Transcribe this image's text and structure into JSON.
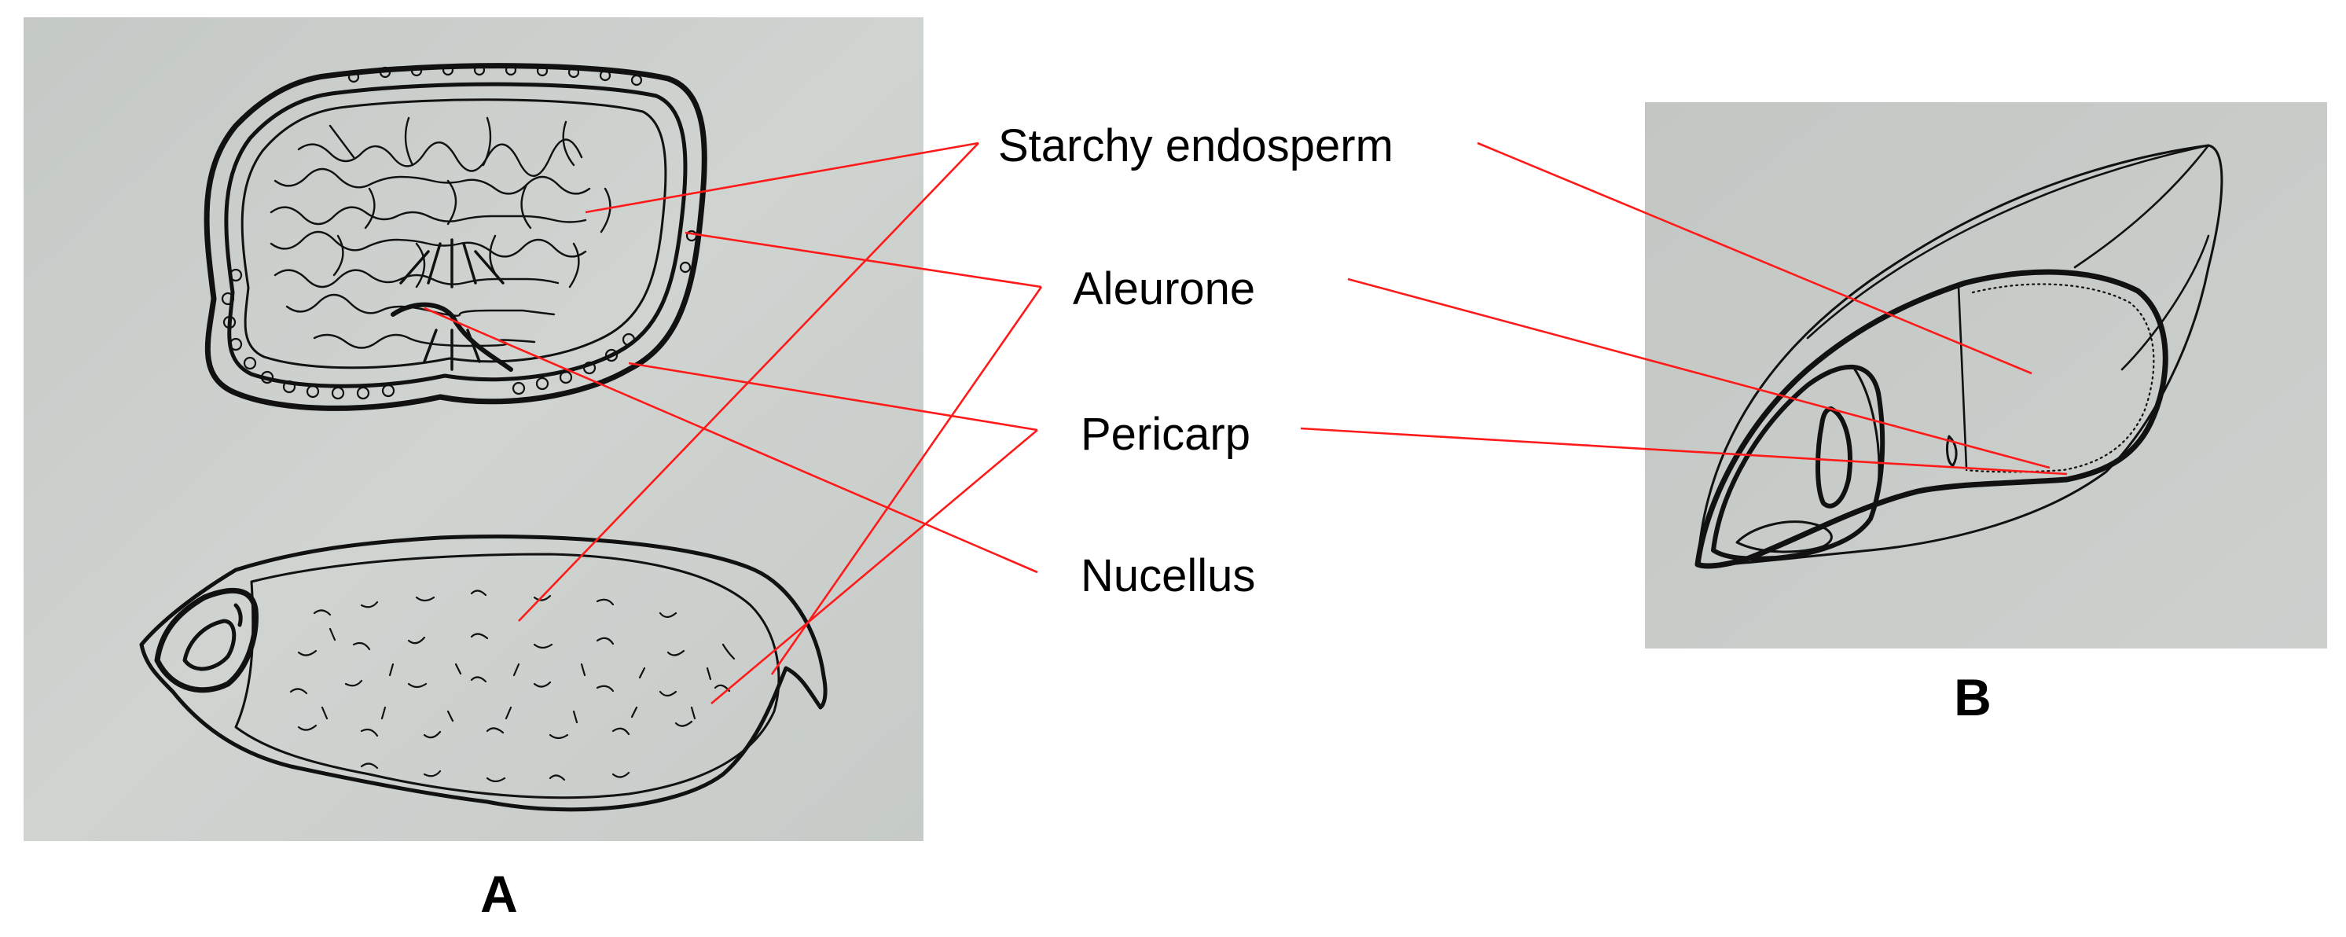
{
  "colors": {
    "photo_background": "#c9ceca",
    "ink": "#111111",
    "leader_line": "#ff1a1a",
    "text": "#000000"
  },
  "labels": {
    "starchy_endosperm": "Starchy endosperm",
    "aleurone": "Aleurone",
    "pericarp": "Pericarp",
    "nucellus": "Nucellus"
  },
  "panels": {
    "a": {
      "letter": "A"
    },
    "b": {
      "letter": "B"
    }
  }
}
